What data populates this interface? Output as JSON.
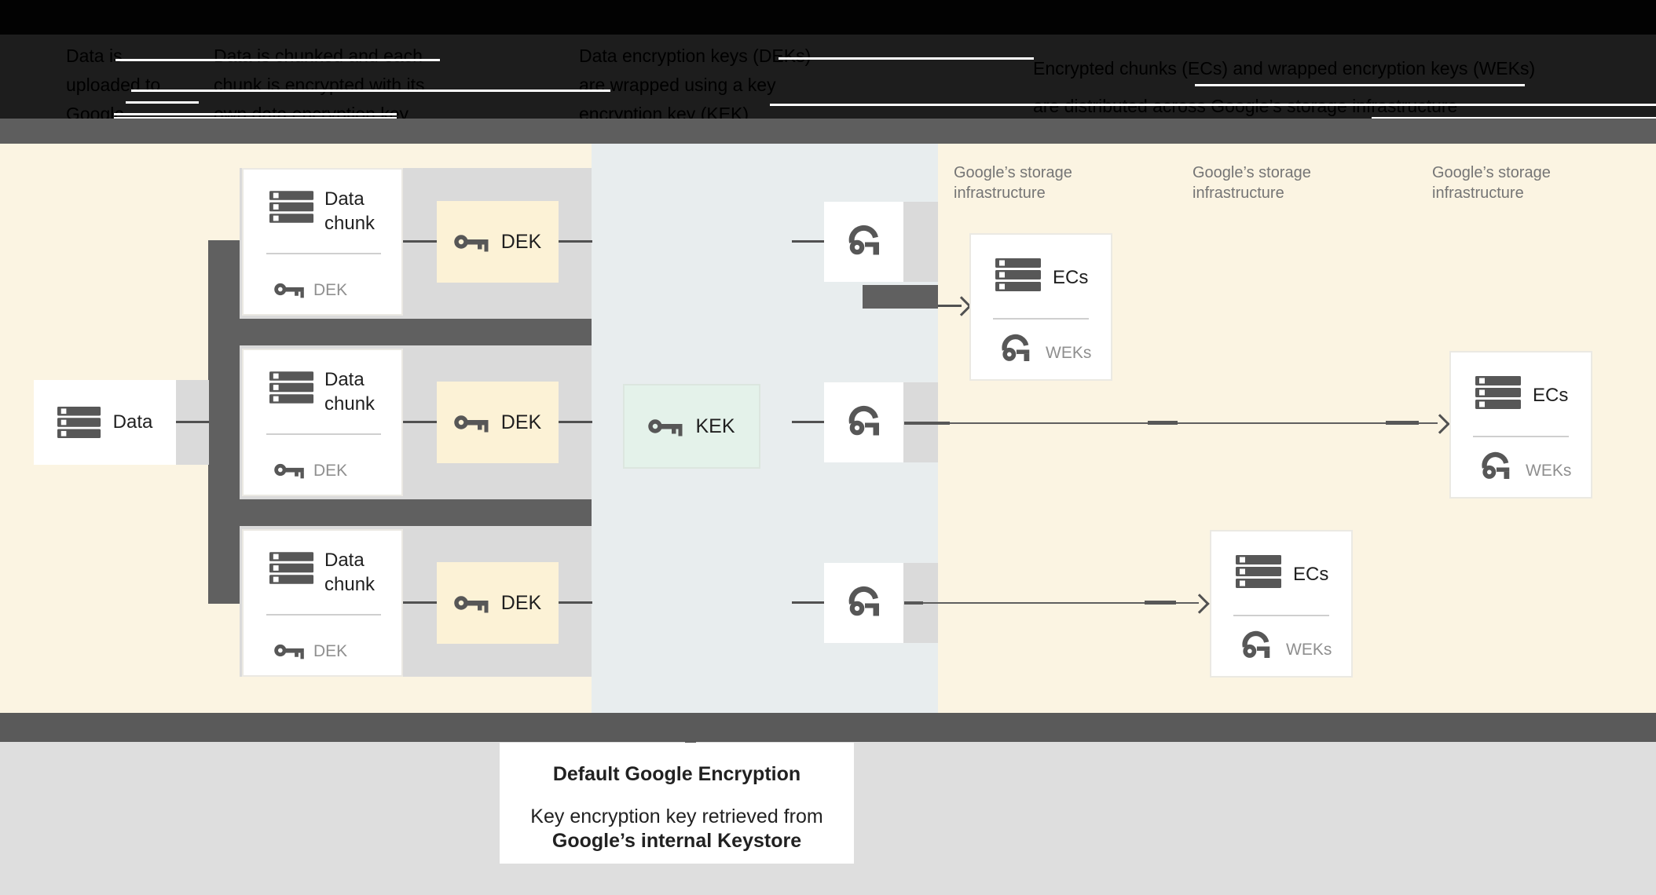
{
  "header": {
    "obscured": true,
    "columns": [
      {
        "text": "Data is uploaded to Google"
      },
      {
        "text": "Data is chunked and each chunk is encrypted with its own data encryption key (DEK)"
      },
      {
        "text": "Data encryption keys (DEKs) are wrapped using a key encryption key (KEK)"
      },
      {
        "text": "Encrypted chunks (ECs) and wrapped encryption keys (WEKs) are distributed across Google’s storage infrastructure"
      }
    ]
  },
  "diagram": {
    "data_box": {
      "label": "Data"
    },
    "chunks": [
      {
        "title": "Data chunk",
        "key_label": "DEK"
      },
      {
        "title": "Data chunk",
        "key_label": "DEK"
      },
      {
        "title": "Data chunk",
        "key_label": "DEK"
      }
    ],
    "deks": [
      {
        "label": "DEK"
      },
      {
        "label": "DEK"
      },
      {
        "label": "DEK"
      }
    ],
    "kek": {
      "label": "KEK"
    },
    "storage_labels": [
      "Google’s storage infrastructure",
      "Google’s storage infrastructure",
      "Google’s storage infrastructure"
    ],
    "ecs": [
      {
        "title": "ECs",
        "key_label": "WEKs"
      },
      {
        "title": "ECs",
        "key_label": "WEKs"
      },
      {
        "title": "ECs",
        "key_label": "WEKs"
      }
    ]
  },
  "caption": {
    "title": "Default Google Encryption",
    "line1": "Key encryption key retrieved from",
    "line2": "Google’s internal Keystore"
  },
  "colors": {
    "background_yellow": "#fbf4e2",
    "background_middle": "#e8edee",
    "dek_fill": "#fcf2d6",
    "kek_fill": "#e4f2ea",
    "grey_strip": "#dadada",
    "dark_connector": "#606060",
    "top_bar": "#5e5e5e",
    "bottom_bar": "#5a5a5a",
    "footer_grey": "#dedede",
    "line": "#515151",
    "label_dark": "#1f1f1f",
    "label_grey": "#8f8f8f",
    "storage_label_grey": "#757575"
  }
}
